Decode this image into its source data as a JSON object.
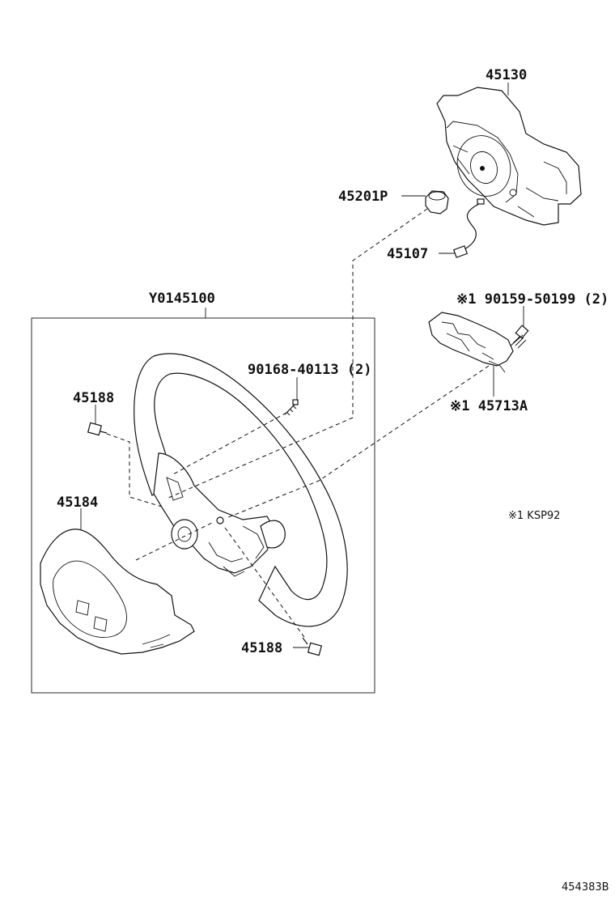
{
  "diagram": {
    "assembly_label": "Y0145100",
    "note": "※1 KSP92",
    "drawing_number": "454383B",
    "parts": [
      {
        "id": "p45130",
        "number": "45130"
      },
      {
        "id": "p45201P",
        "number": "45201P"
      },
      {
        "id": "p45107",
        "number": "45107"
      },
      {
        "id": "p90159",
        "number": "※1 90159-50199 (2)"
      },
      {
        "id": "p45713A",
        "number": "※1 45713A"
      },
      {
        "id": "p90168",
        "number": "90168-40113 (2)"
      },
      {
        "id": "p45188a",
        "number": "45188"
      },
      {
        "id": "p45184",
        "number": "45184"
      },
      {
        "id": "p45188b",
        "number": "45188"
      }
    ]
  }
}
